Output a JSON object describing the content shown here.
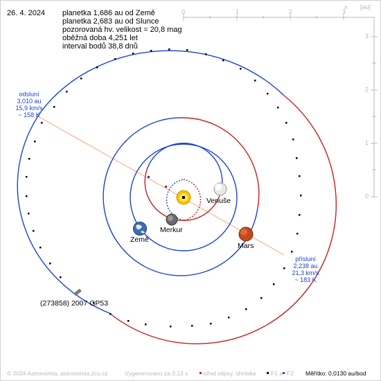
{
  "date": "26. 4. 2024",
  "info": {
    "line1": "planetka 1,686 au od Země",
    "line2": "planetka 2,683 au od Slunce",
    "line3": "pozorovaná hv. velikost = 20,8 mag",
    "line4": "oběžná doba 4,251 let",
    "line5": "interval bodů 38,8 dnů"
  },
  "scale": {
    "x_ticks": [
      "0",
      "1",
      "2",
      "3"
    ],
    "x_label": "x",
    "unit_label": "[au]",
    "y_ticks": [
      "3",
      "2",
      "1",
      "0"
    ]
  },
  "aphelion": {
    "title": "odsluní",
    "distance": "3,010 au",
    "speed": "15,9 km/s",
    "temp": "~ 158 K"
  },
  "perihelion": {
    "title": "přísluní",
    "distance": "2,238 au",
    "speed": "21,3 km/s",
    "temp": "~ 183 K"
  },
  "planets": {
    "venus": "Venuše",
    "mercury": "Merkur",
    "earth": "Země",
    "mars": "Mars"
  },
  "asteroid_name": "(273858) 2007 GP53",
  "footer": {
    "copyright": "© 2024 Astronomia, astronomia.zcu.cz",
    "generated": "Vygenerováno za 0,13 s",
    "legend_center": "střed elipsy, ohniska",
    "legend_f1": "F1 a",
    "legend_f2": "F2",
    "scale_text": "Měřítko: 0,0130 au/bod"
  },
  "colors": {
    "above_ecliptic": "#1a3fd6",
    "below_ecliptic": "#c81e1e",
    "apsidal_line": "#f4a77a",
    "grid": "#b8b8b8",
    "sun": "#f2c200"
  }
}
